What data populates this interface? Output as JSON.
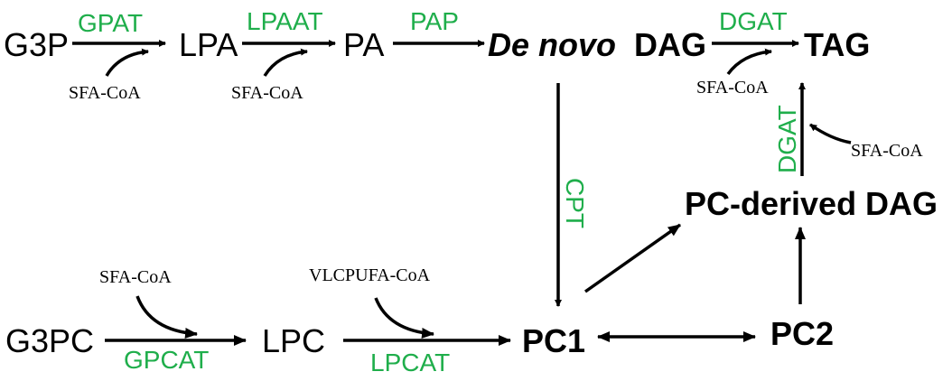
{
  "colors": {
    "enzyme": "#1fae4b",
    "metabolite": "#000000",
    "background": "#ffffff"
  },
  "metabolites": {
    "g3p": "G3P",
    "lpa": "LPA",
    "pa": "PA",
    "de_novo_italic": "De novo",
    "de_novo_dag": "DAG",
    "tag": "TAG",
    "pc_derived_dag": "PC-derived DAG",
    "g3pc": "G3PC",
    "lpc": "LPC",
    "pc1": "PC1",
    "pc2": "PC2"
  },
  "enzymes": {
    "gpat": "GPAT",
    "lpaat": "LPAAT",
    "pap": "PAP",
    "dgat_top": "DGAT",
    "dgat_vertical": "DGAT",
    "cpt": "CPT",
    "gpcat": "GPCAT",
    "lpcat": "LPCAT"
  },
  "cofactors": {
    "sfa_coa_gpat": "SFA-CoA",
    "sfa_coa_lpaat": "SFA-CoA",
    "sfa_coa_dgat_top": "SFA-CoA",
    "sfa_coa_dgat_vertical": "SFA-CoA",
    "sfa_coa_gpcat": "SFA-CoA",
    "vlcpufa_coa_lpcat": "VLCPUFA-CoA"
  }
}
